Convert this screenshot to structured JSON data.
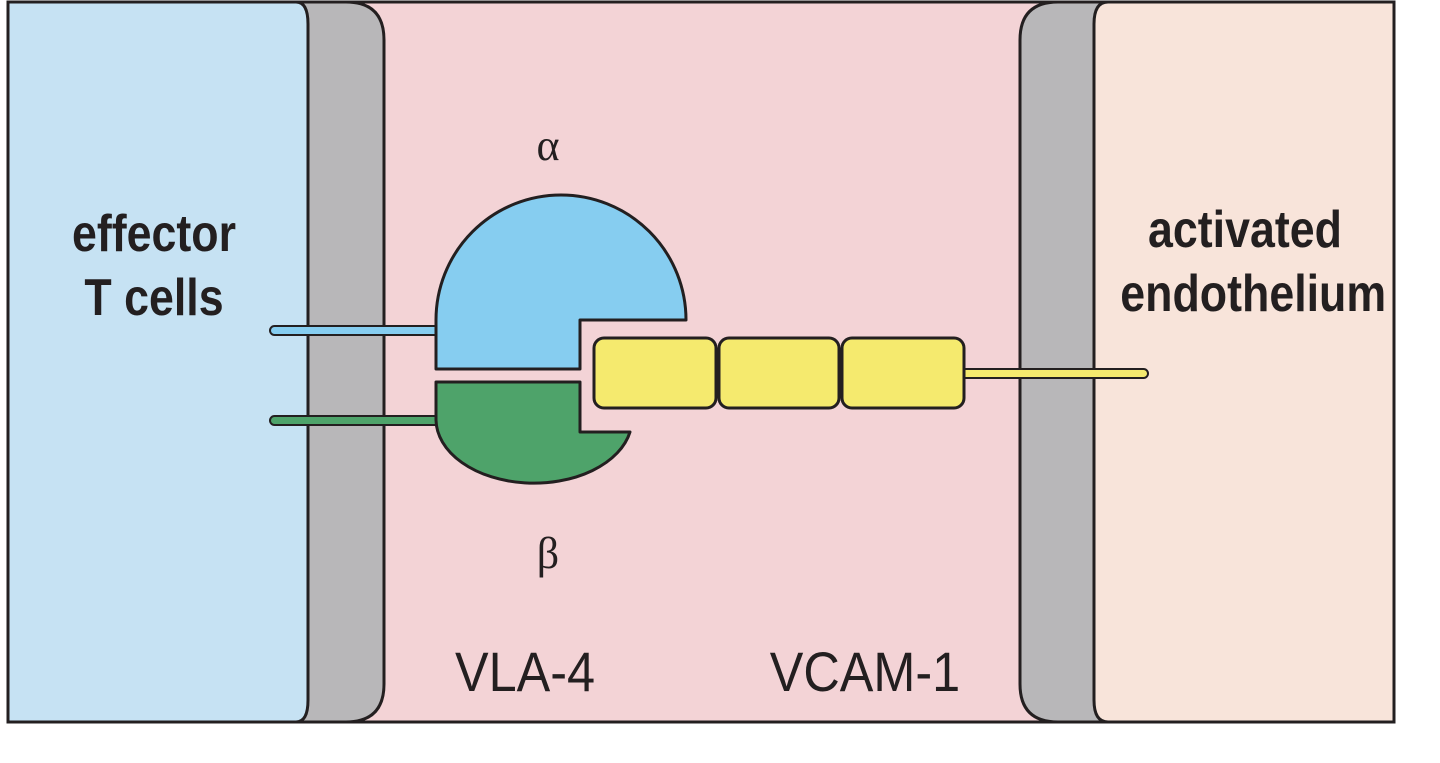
{
  "colors": {
    "t_cell": "#c6e2f3",
    "membrane": "#b8b7b9",
    "interspace": "#f3d3d6",
    "endothelium": "#f8e4da",
    "alpha_subunit": "#86cdf0",
    "beta_subunit": "#4ea36a",
    "vcam_domain": "#f5ea6e",
    "outline": "#231f20"
  },
  "labels": {
    "t_cells": [
      "effector",
      "T cells"
    ],
    "endothelium": [
      "activated",
      "endothelium"
    ],
    "alpha": "α",
    "beta": "β",
    "vla4": "VLA-4",
    "vcam1": "VCAM-1"
  },
  "icons": {
    "alpha_subunit": "alpha-subunit-shape",
    "beta_subunit": "beta-subunit-shape",
    "vcam_domains": "ig-domain-boxes"
  }
}
